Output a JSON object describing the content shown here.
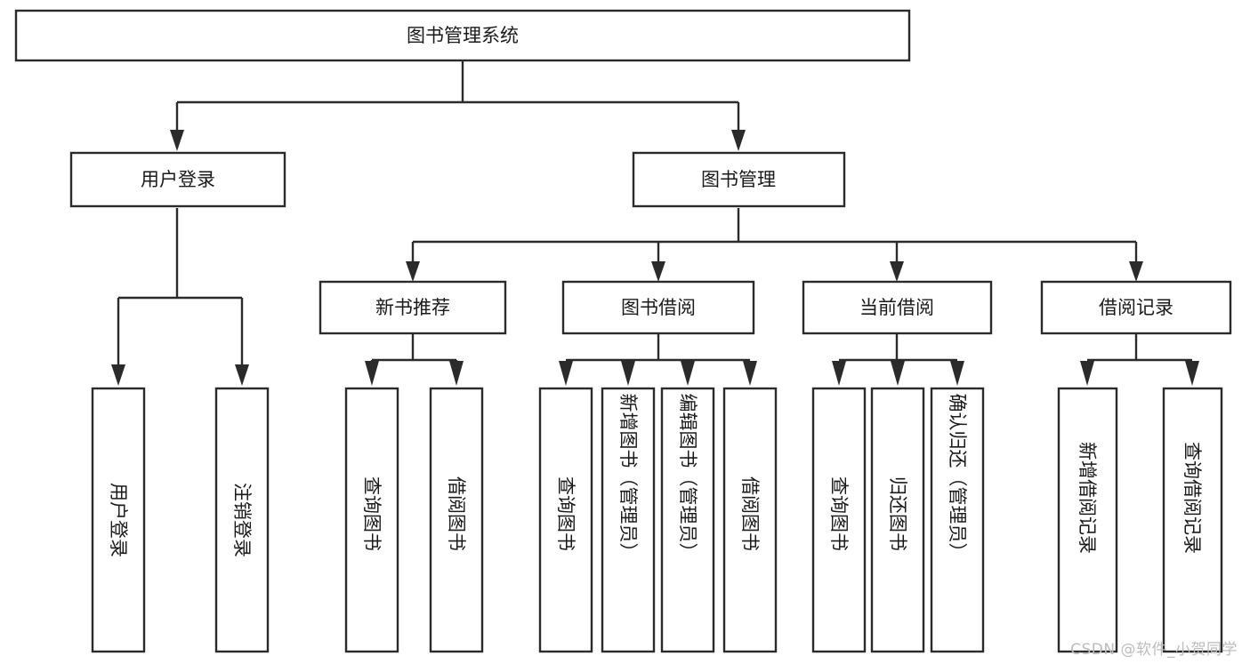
{
  "diagram": {
    "title": "图书管理系统",
    "type": "tree-hierarchy-chart",
    "watermark": "CSDN @软件_小贺同学",
    "colors": {
      "stroke": "#2b2b2b",
      "box_fill": "#ffffff",
      "text": "#1a1a1a",
      "background": "#ffffff",
      "watermark": "#bcbcbc"
    },
    "levels": {
      "root": {
        "label": "图书管理系统"
      },
      "level2": [
        {
          "id": "user-login",
          "label": "用户登录"
        },
        {
          "id": "book-management",
          "label": "图书管理"
        }
      ],
      "level3": [
        {
          "id": "new-book-recommend",
          "label": "新书推荐"
        },
        {
          "id": "book-borrow",
          "label": "图书借阅"
        },
        {
          "id": "current-borrow",
          "label": "当前借阅"
        },
        {
          "id": "borrow-record",
          "label": "借阅记录"
        }
      ],
      "leaves": {
        "user-login": [
          {
            "id": "leaf-user-login",
            "label": "用户登录"
          },
          {
            "id": "leaf-logout-login",
            "label": "注销登录"
          }
        ],
        "new-book-recommend": [
          {
            "id": "leaf-query-book-1",
            "label": "查询图书"
          },
          {
            "id": "leaf-borrow-book-1",
            "label": "借阅图书"
          }
        ],
        "book-borrow": [
          {
            "id": "leaf-query-book-2",
            "label": "查询图书"
          },
          {
            "id": "leaf-add-book-admin",
            "label": "新增图书（管理员）"
          },
          {
            "id": "leaf-edit-book-admin",
            "label": "编辑图书（管理员）"
          },
          {
            "id": "leaf-borrow-book-2",
            "label": "借阅图书"
          }
        ],
        "current-borrow": [
          {
            "id": "leaf-query-book-3",
            "label": "查询图书"
          },
          {
            "id": "leaf-return-book",
            "label": "归还图书"
          },
          {
            "id": "leaf-confirm-return-admin",
            "label": "确认归还（管理员）"
          }
        ],
        "borrow-record": [
          {
            "id": "leaf-add-borrow-record",
            "label": "新增借阅记录"
          },
          {
            "id": "leaf-query-borrow-record",
            "label": "查询借阅记录"
          }
        ]
      }
    }
  }
}
